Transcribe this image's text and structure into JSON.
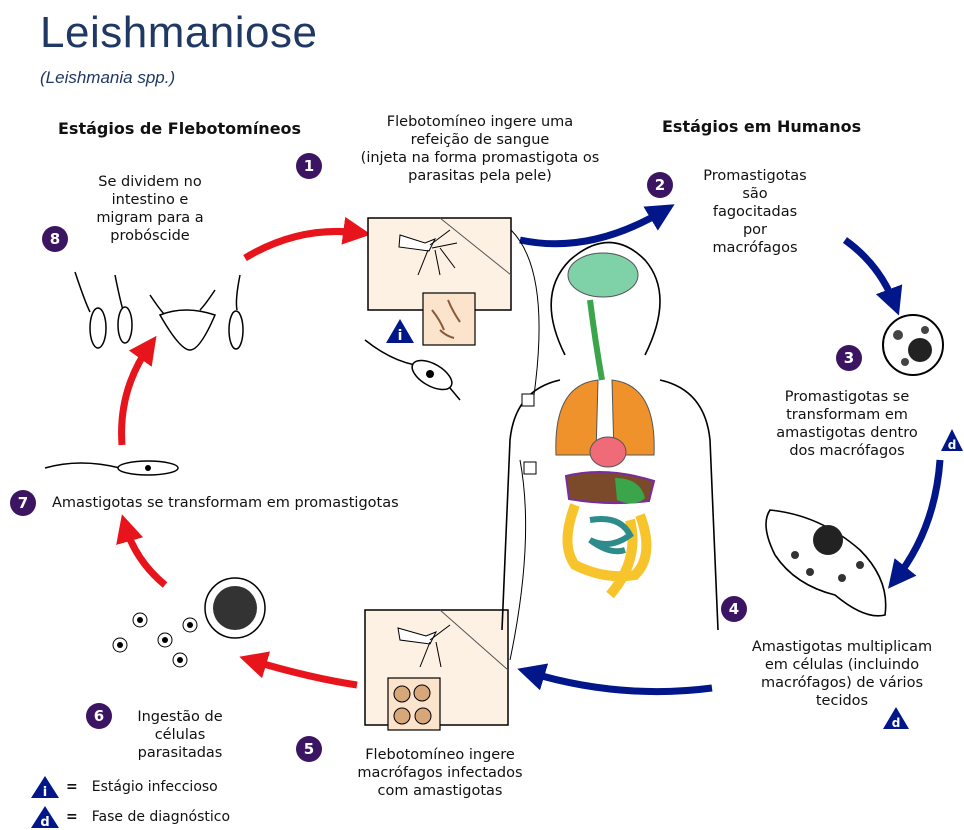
{
  "title": "Leishmaniose",
  "subtitle": "(Leishmania spp.)",
  "sections": {
    "sandfly_stages": "Estágios de Flebotomíneos",
    "human_stages": "Estágios em Humanos"
  },
  "steps": [
    {
      "number": "1",
      "text": [
        "Flebotomíneo ingere uma",
        "refeição de sangue",
        "(injeta na forma promastigota os",
        "parasitas pela pele)"
      ]
    },
    {
      "number": "2",
      "text": [
        "Promastigotas",
        "são",
        "fagocitadas",
        "por",
        "macrófagos"
      ]
    },
    {
      "number": "3",
      "text": [
        "Promastigotas se",
        "transformam em",
        "amastigotas dentro",
        "dos macrófagos"
      ]
    },
    {
      "number": "4",
      "text": [
        "Amastigotas multiplicam",
        "em células (incluindo",
        "macrófagos) de vários",
        "tecidos"
      ]
    },
    {
      "number": "5",
      "text": [
        "Flebotomíneo ingere",
        "macrófagos infectados",
        "com amastigotas"
      ]
    },
    {
      "number": "6",
      "text": [
        "Ingestão de",
        "células",
        "parasitadas"
      ]
    },
    {
      "number": "7",
      "text": [
        "Amastigotas se transformam em promastigotas"
      ]
    },
    {
      "number": "8",
      "text": [
        "Se dividem no",
        "intestino e",
        "migram para a",
        "probóscide"
      ]
    }
  ],
  "badges": {
    "infective": "i",
    "diagnostic": "d"
  },
  "legend": {
    "equals": "=",
    "infective_label": "Estágio infeccioso",
    "diagnostic_label": "Fase de diagnóstico"
  },
  "colors": {
    "title": "#1f3864",
    "step_circle": "#3b1561",
    "red_arrow": "#e8141b",
    "blue_arrow": "#001689",
    "brain": "#7fd1a8",
    "lungs": "#f0922c",
    "heart": "#f06b78",
    "liver": "#7a4a2a",
    "intestine": "#f7c52b",
    "small_intestine": "#2e8b8b",
    "stomach": "#3aa54a"
  }
}
